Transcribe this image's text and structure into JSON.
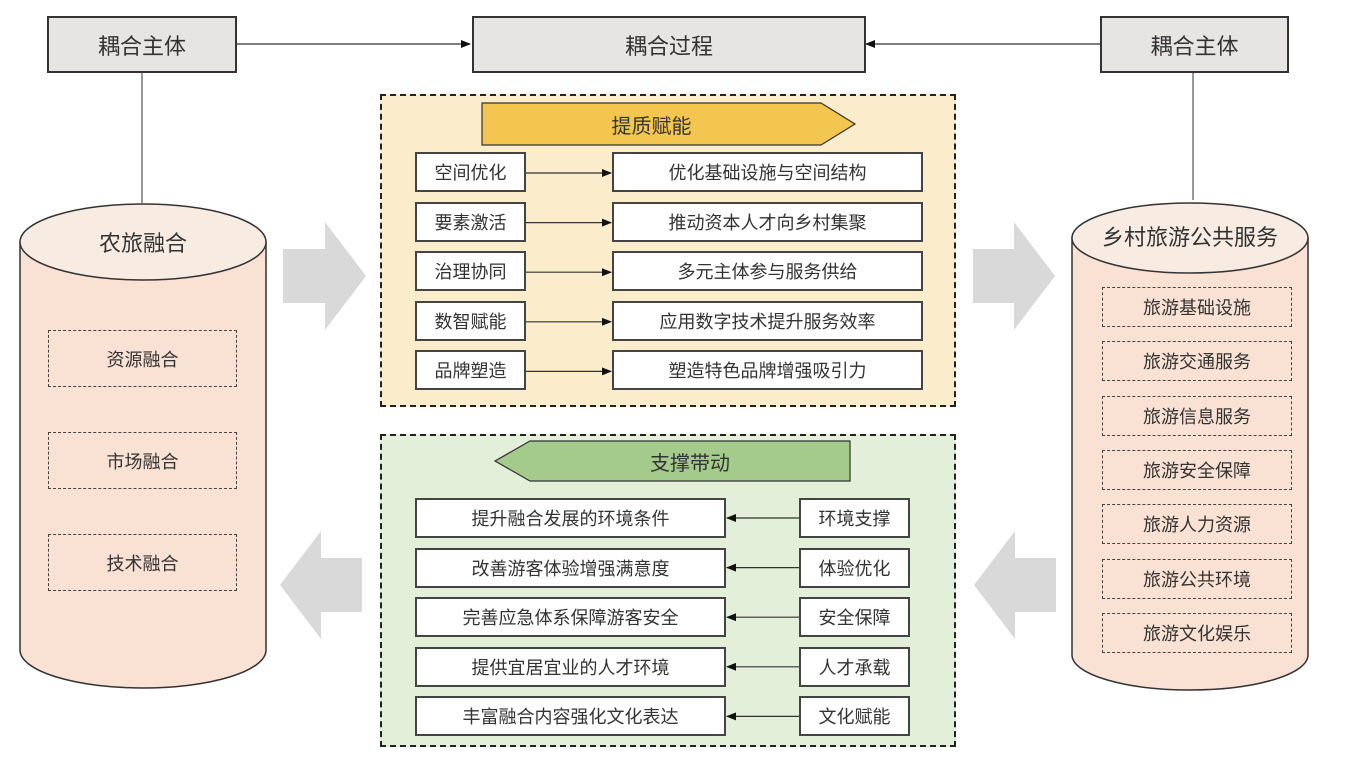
{
  "header": {
    "left_subject": "耦合主体",
    "process": "耦合过程",
    "right_subject": "耦合主体"
  },
  "left_cylinder": {
    "title": "农旅融合",
    "items": [
      "资源融合",
      "市场融合",
      "技术融合"
    ],
    "fill": "#f9e1d3"
  },
  "right_cylinder": {
    "title": "乡村旅游公共服务",
    "items": [
      "旅游基础设施",
      "旅游交通服务",
      "旅游信息服务",
      "旅游安全保障",
      "旅游人力资源",
      "旅游公共环境",
      "旅游文化娱乐"
    ],
    "fill": "#f9e1d3"
  },
  "top_panel": {
    "banner": "提质赋能",
    "banner_color": "#f3c64f",
    "background": "#fbeccb",
    "rows": [
      {
        "left": "空间优化",
        "right": "优化基础设施与空间结构"
      },
      {
        "left": "要素激活",
        "right": "推动资本人才向乡村集聚"
      },
      {
        "left": "治理协同",
        "right": "多元主体参与服务供给"
      },
      {
        "left": "数智赋能",
        "right": "应用数字技术提升服务效率"
      },
      {
        "left": "品牌塑造",
        "right": "塑造特色品牌增强吸引力"
      }
    ]
  },
  "bottom_panel": {
    "banner": "支撑带动",
    "banner_color": "#a5cb8c",
    "background": "#e3efd9",
    "rows": [
      {
        "left": "提升融合发展的环境条件",
        "right": "环境支撑"
      },
      {
        "left": "改善游客体验增强满意度",
        "right": "体验优化"
      },
      {
        "left": "完善应急体系保障游客安全",
        "right": "安全保障"
      },
      {
        "left": "提供宜居宜业的人才环境",
        "right": "人才承载"
      },
      {
        "left": "丰富融合内容强化文化表达",
        "right": "文化赋能"
      }
    ]
  }
}
